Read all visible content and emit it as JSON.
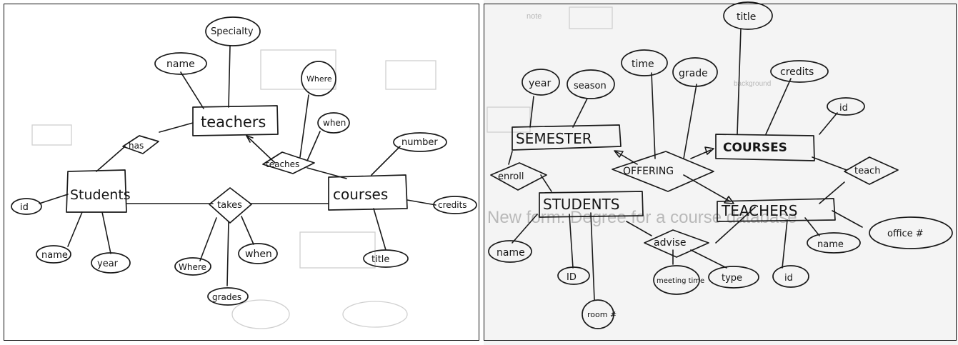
{
  "left_diagram": {
    "entities": {
      "teachers": "teachers",
      "students": "Students",
      "courses": "courses"
    },
    "relationships": {
      "has": "has",
      "teaches": "teaches",
      "takes": "takes"
    },
    "attributes": {
      "specialty": "Specialty",
      "teacher_name": "name",
      "where_teaches": "Where",
      "when_teaches": "when",
      "number": "number",
      "id": "id",
      "credits": "credits",
      "student_name": "name",
      "year": "year",
      "where_takes": "Where",
      "when_takes": "when",
      "grades": "grades",
      "title": "title"
    }
  },
  "right_diagram": {
    "entities": {
      "semester": "SEMESTER",
      "courses": "COURSES",
      "students": "STUDENTS",
      "teachers": "TEACHERS"
    },
    "relationships": {
      "enroll": "enroll",
      "offering": "OFFERING",
      "teach": "teach",
      "advise": "advise"
    },
    "attributes": {
      "year": "year",
      "season": "season",
      "time": "time",
      "grade": "grade",
      "title": "title",
      "credits": "credits",
      "id_course": "id",
      "name_student": "name",
      "id_student": "ID",
      "room": "room #",
      "meeting_time": "meeting time",
      "type": "type",
      "id_teacher": "id",
      "name_teacher": "name",
      "office": "office #"
    },
    "background_text": {
      "line1": "New form: Degree for a course database",
      "line2": "background",
      "line3": "note"
    }
  }
}
